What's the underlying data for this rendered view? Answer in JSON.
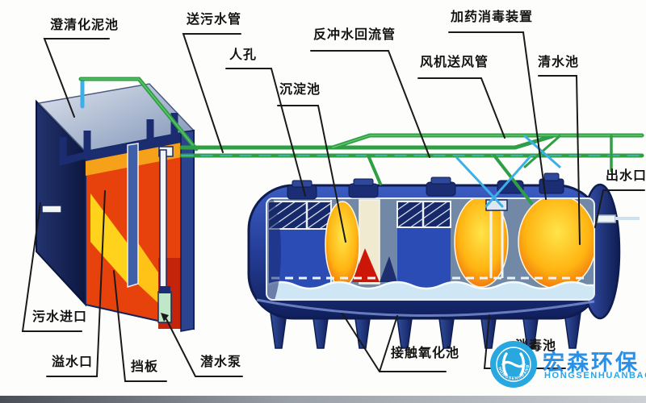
{
  "diagram": {
    "labels": {
      "clarifier": "澄清化泥池",
      "sewage_feed_pipe": "送污水管",
      "manhole": "人孔",
      "sedimentation_tank": "沉淀池",
      "backwash_return_pipe": "反冲水回流管",
      "dosing_disinfection_device": "加药消毒装置",
      "fan_air_pipe": "风机送风管",
      "clean_water_tank": "清水池",
      "water_outlet": "出水口",
      "sewage_inlet": "污水进口",
      "overflow_port": "溢水口",
      "baffle": "挡板",
      "submersible_pump": "潜水泵",
      "contact_oxidation_tank": "接触氧化池",
      "disinfection_tank": "消毒池"
    }
  },
  "logo": {
    "name_cn": "宏森环保",
    "name_en": "HONGSENHUANBAO",
    "badge_ring_text": "HONGSENHUANBAO",
    "brand_color": "#29a8e0"
  },
  "colors": {
    "pipe_green": "#2f9e44",
    "pipe_blue": "#3bb0e8",
    "tank_navy": "#16296b",
    "tank_royal": "#2b4bb5",
    "interior_orange": "#e8420c",
    "interior_yellow": "#ffd21c",
    "water_blue": "#cfe6f4",
    "pointer_black": "#1a1a1a"
  }
}
